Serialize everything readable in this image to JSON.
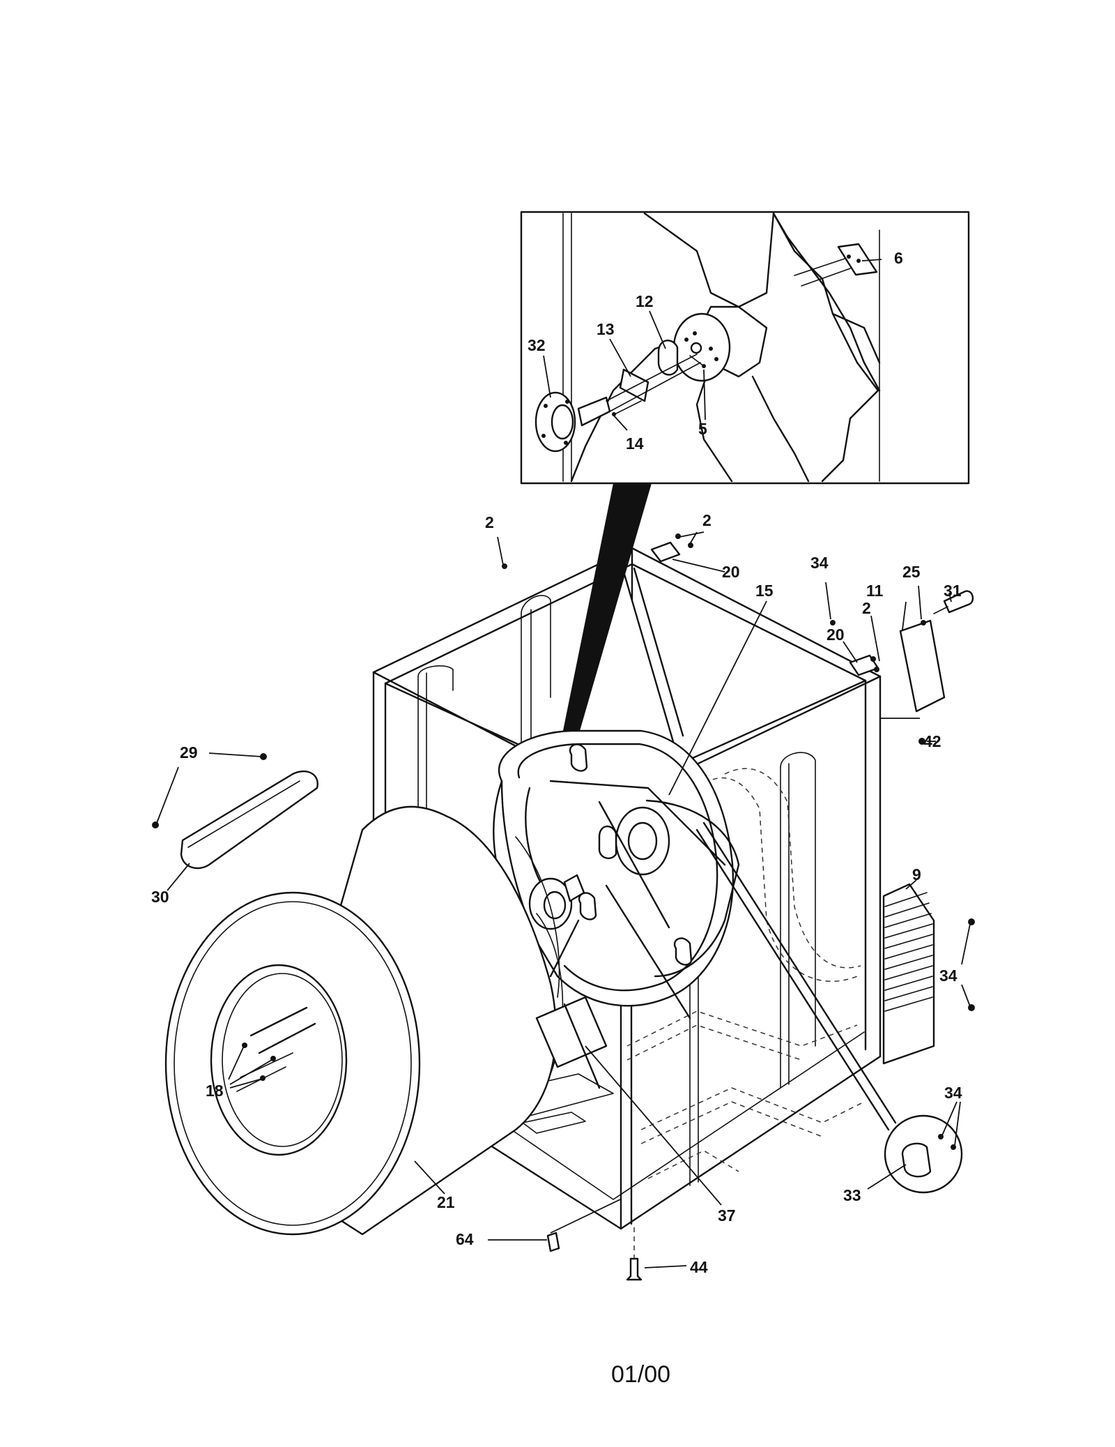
{
  "diagram": {
    "callouts": [
      {
        "label": "6"
      },
      {
        "label": "12"
      },
      {
        "label": "13"
      },
      {
        "label": "32"
      },
      {
        "label": "14"
      },
      {
        "label": "5"
      },
      {
        "label": "2"
      },
      {
        "label": "2"
      },
      {
        "label": "20"
      },
      {
        "label": "34"
      },
      {
        "label": "15"
      },
      {
        "label": "25"
      },
      {
        "label": "11"
      },
      {
        "label": "31"
      },
      {
        "label": "2"
      },
      {
        "label": "20"
      },
      {
        "label": "42"
      },
      {
        "label": "29"
      },
      {
        "label": "30"
      },
      {
        "label": "9"
      },
      {
        "label": "34"
      },
      {
        "label": "18"
      },
      {
        "label": "34"
      },
      {
        "label": "33"
      },
      {
        "label": "21"
      },
      {
        "label": "37"
      },
      {
        "label": "64"
      },
      {
        "label": "44"
      }
    ],
    "footer": "01/00"
  }
}
